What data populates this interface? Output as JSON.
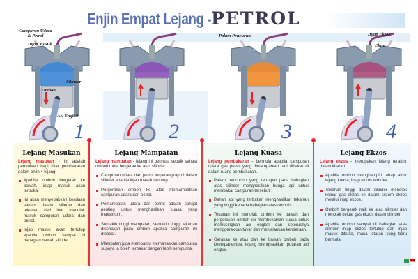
{
  "title": {
    "part1": "Enjin Empat Lejang -",
    "part2": "PETROL"
  },
  "engines": [
    {
      "number": "1",
      "chamber": "#3d86d6",
      "arrow": "down",
      "labels": {
        "mixture": "Campuran Udara & Petrol",
        "intake_valve": "Injap Masuk",
        "cylinder": "Silinder",
        "piston": "Omboh",
        "crankshaft": "Aci Engkol"
      }
    },
    {
      "number": "2",
      "chamber": "#8a4fb8",
      "arrow": "up"
    },
    {
      "number": "3",
      "chamber": "#f08a2a",
      "arrow": "down",
      "labels": {
        "spark_plug": "Palam Pencucuh"
      }
    },
    {
      "number": "4",
      "chamber": "#a84a78",
      "arrow": "up",
      "labels": {
        "exhaust_valve": "Injap Ekzos",
        "exhaust": "Ekzos"
      }
    }
  ],
  "panels": [
    {
      "heading": "Lejang Masukan",
      "intro_kw": "Lejang masukan",
      "intro": " - ini adalah permulaan bagi kitar pembakaran dalam enjin 4 lejang.",
      "bullets": [
        "Apabila omboh bergerak ke bawah, injap masuk akan terbuka.",
        "Ini akan menyebabkan keadaan vakum dalam silinder dan tekanan dari luar menolak masuk campuran udara dan petrol.",
        "Injap masuk akan tertutup apabila omboh sampai di bahagian bawah silinder."
      ]
    },
    {
      "heading": "Lejang Mampatan",
      "intro_kw": "Lejang mampatan",
      "intro": " - lejang ini bermula sebaik sahaja omboh mula bergerak ke atas silinder.",
      "bullets": [
        "Campuran udara dan petrol terperangkap di dalam silinder apabila injap masuk tertutup.",
        "Pergerakan omboh ke atas memampatkan campuran udara dan petrol.",
        "Pemampatan udara dan petrol adalah sangat penting untuk menghasilkan kuasa yang maksimum.",
        "Semakin tinggi mampatan, semakin tinggi tekanan dikenakan pada omboh apabila campuran ini dibakar.",
        "Mampatan juga membantu memanaskan campuran supaya ia boleh terbakar dengan lebih sempurna."
      ]
    },
    {
      "heading": "Lejang Kuasa",
      "intro_kw": "Lejang pembakaran",
      "intro": " - bermula apabila campuran udara gas petrol yang dimampatkan tadi dibakar di dalam ruang pembakaran.",
      "bullets": [
        "Palam pencucuh yang terdapat pada bahagian atas silinder menghasilkan bunga api untuk membakar campuran tersebut.",
        "Bahan api yang terbakar, menghasilkan tekanan yang tinggi kepada bahagian atas omboh.",
        "Tekanan ini menolak omboh ke bawah dan pergerakan omboh ini membekalkan kuasa untuk memusingkan aci engkol dan seterusnya menggerakkan tayar dan menjalankan kenderaan.",
        "Gerakan ke atas dan ke bawah omboh pada keempat-empat lejang menghasilkan putaran aci engkol."
      ]
    },
    {
      "heading": "Lejang Ekzos",
      "intro_kw": "Lejang ekzos",
      "intro": " - merupakan lejang terakhir dalam kitaran.",
      "bullets": [
        "Apabila omboh menghampiri tahap akhir lejang kuasa, injap ekzos terbuka.",
        "Tekanan tinggi dalam silinder menolak keluar gas ekzos ke dalam sistem ekzos melalui injap ekzos.",
        "Omboh bergerak naik ke atas silinder dan menolak keluar gas ekzos dalam silinder.",
        "Apabila omboh sampai di bahagian atas silinder injap ekzos tertutup dan injap masuk dibuka, maka kitaran yang baru bermula."
      ]
    }
  ]
}
